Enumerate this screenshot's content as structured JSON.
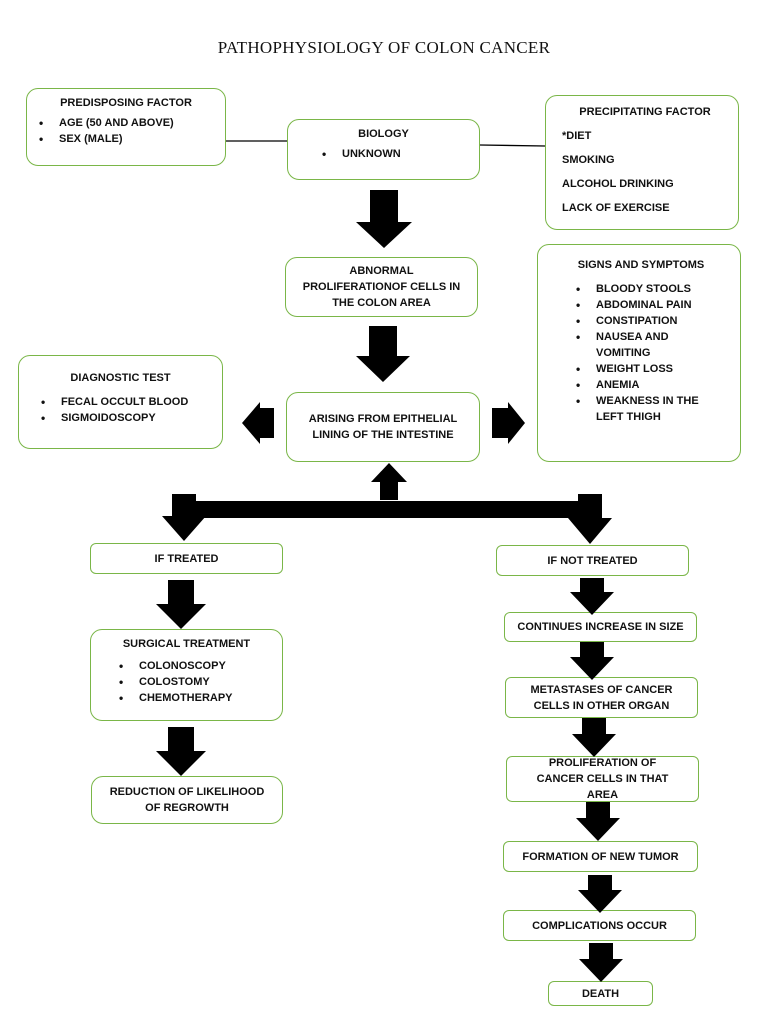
{
  "title": "PATHOPHYSIOLOGY OF COLON CANCER",
  "predisposing": {
    "heading": "PREDISPOSING FACTOR",
    "items": [
      "AGE (50 AND ABOVE)",
      "SEX (MALE)"
    ]
  },
  "biology": {
    "heading": "BIOLOGY",
    "items": [
      "UNKNOWN"
    ]
  },
  "precipitating": {
    "heading": "PRECIPITATING FACTOR",
    "items": [
      "*DIET",
      "SMOKING",
      "ALCOHOL DRINKING",
      "LACK OF EXERCISE"
    ]
  },
  "abnormal": {
    "text": "ABNORMAL PROLIFERATIONOF CELLS IN THE COLON AREA"
  },
  "signs": {
    "heading": "SIGNS AND SYMPTOMS",
    "items": [
      "BLOODY STOOLS",
      "ABDOMINAL PAIN",
      "CONSTIPATION",
      "NAUSEA AND VOMITING",
      "WEIGHT LOSS",
      "ANEMIA",
      "WEAKNESS IN THE LEFT THIGH"
    ]
  },
  "diagnostic": {
    "heading": "DIAGNOSTIC TEST",
    "items": [
      "FECAL OCCULT BLOOD",
      "SIGMOIDOSCOPY"
    ]
  },
  "arising": {
    "text": "ARISING FROM EPITHELIAL LINING OF THE INTESTINE"
  },
  "treated": {
    "label": "IF TREATED"
  },
  "surgical": {
    "heading": "SURGICAL TREATMENT",
    "items": [
      "COLONOSCOPY",
      "COLOSTOMY",
      "CHEMOTHERAPY"
    ]
  },
  "reduction": {
    "text": "REDUCTION OF LIKELIHOOD OF REGROWTH"
  },
  "not_treated": {
    "label": "IF NOT TREATED"
  },
  "untreated_steps": [
    "CONTINUES INCREASE IN SIZE",
    "METASTASES OF CANCER CELLS IN OTHER ORGAN",
    "PROLIFERATION OF CANCER CELLS IN THAT AREA",
    "FORMATION OF NEW TUMOR",
    "COMPLICATIONS OCCUR",
    "DEATH"
  ],
  "colors": {
    "border": "#7ab648",
    "arrow": "#000000",
    "connector": "#000000"
  }
}
